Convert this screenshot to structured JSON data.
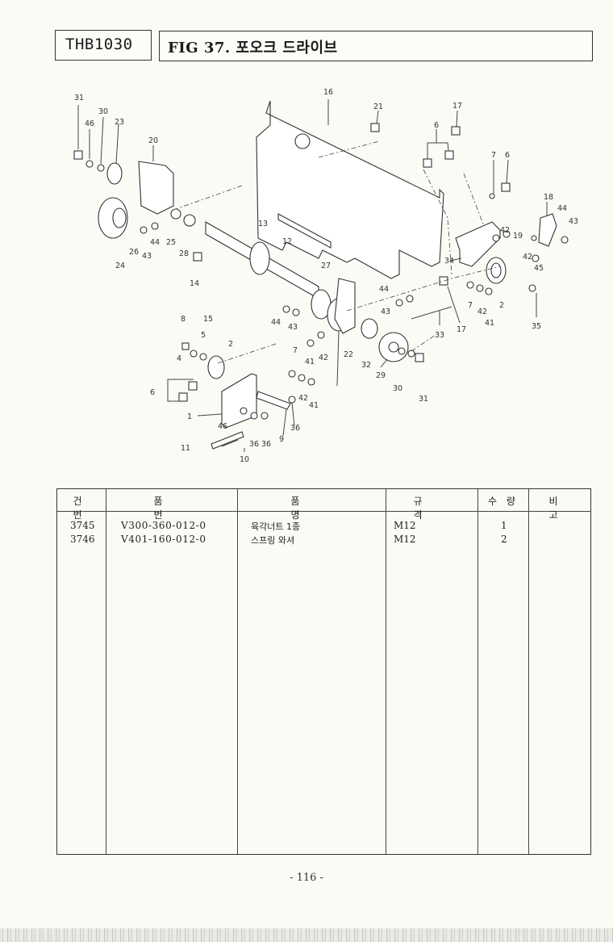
{
  "header": {
    "model": "THB1030",
    "title": "FIG 37. 포오크 드라이브"
  },
  "diagram": {
    "labels": [
      "31",
      "30",
      "46",
      "23",
      "20",
      "16",
      "21",
      "17",
      "6",
      "7",
      "6",
      "18",
      "44",
      "43",
      "19",
      "42",
      "42",
      "45",
      "24",
      "26",
      "43",
      "44",
      "25",
      "28",
      "13",
      "12",
      "27",
      "34",
      "14",
      "44",
      "43",
      "17",
      "7",
      "42",
      "41",
      "2",
      "35",
      "8",
      "15",
      "5",
      "4",
      "2",
      "44",
      "43",
      "7",
      "41",
      "42",
      "22",
      "32",
      "29",
      "33",
      "6",
      "1",
      "46",
      "36",
      "36",
      "9",
      "36",
      "42",
      "41",
      "30",
      "31",
      "11",
      "10"
    ]
  },
  "table": {
    "headers": {
      "no": "건 번",
      "part_no": "품 번",
      "name": "품 명",
      "spec": "규 격",
      "qty": "수 량",
      "remark": "비 고"
    },
    "rows": [
      {
        "no": "3745",
        "part_no": "V300-360-012-0",
        "name": "육각너트 1종",
        "spec": "M12",
        "qty": "1",
        "remark": ""
      },
      {
        "no": "3746",
        "part_no": "V401-160-012-0",
        "name": "스프링 와셔",
        "spec": "M12",
        "qty": "2",
        "remark": ""
      }
    ]
  },
  "footer": {
    "page": "- 116 -"
  }
}
